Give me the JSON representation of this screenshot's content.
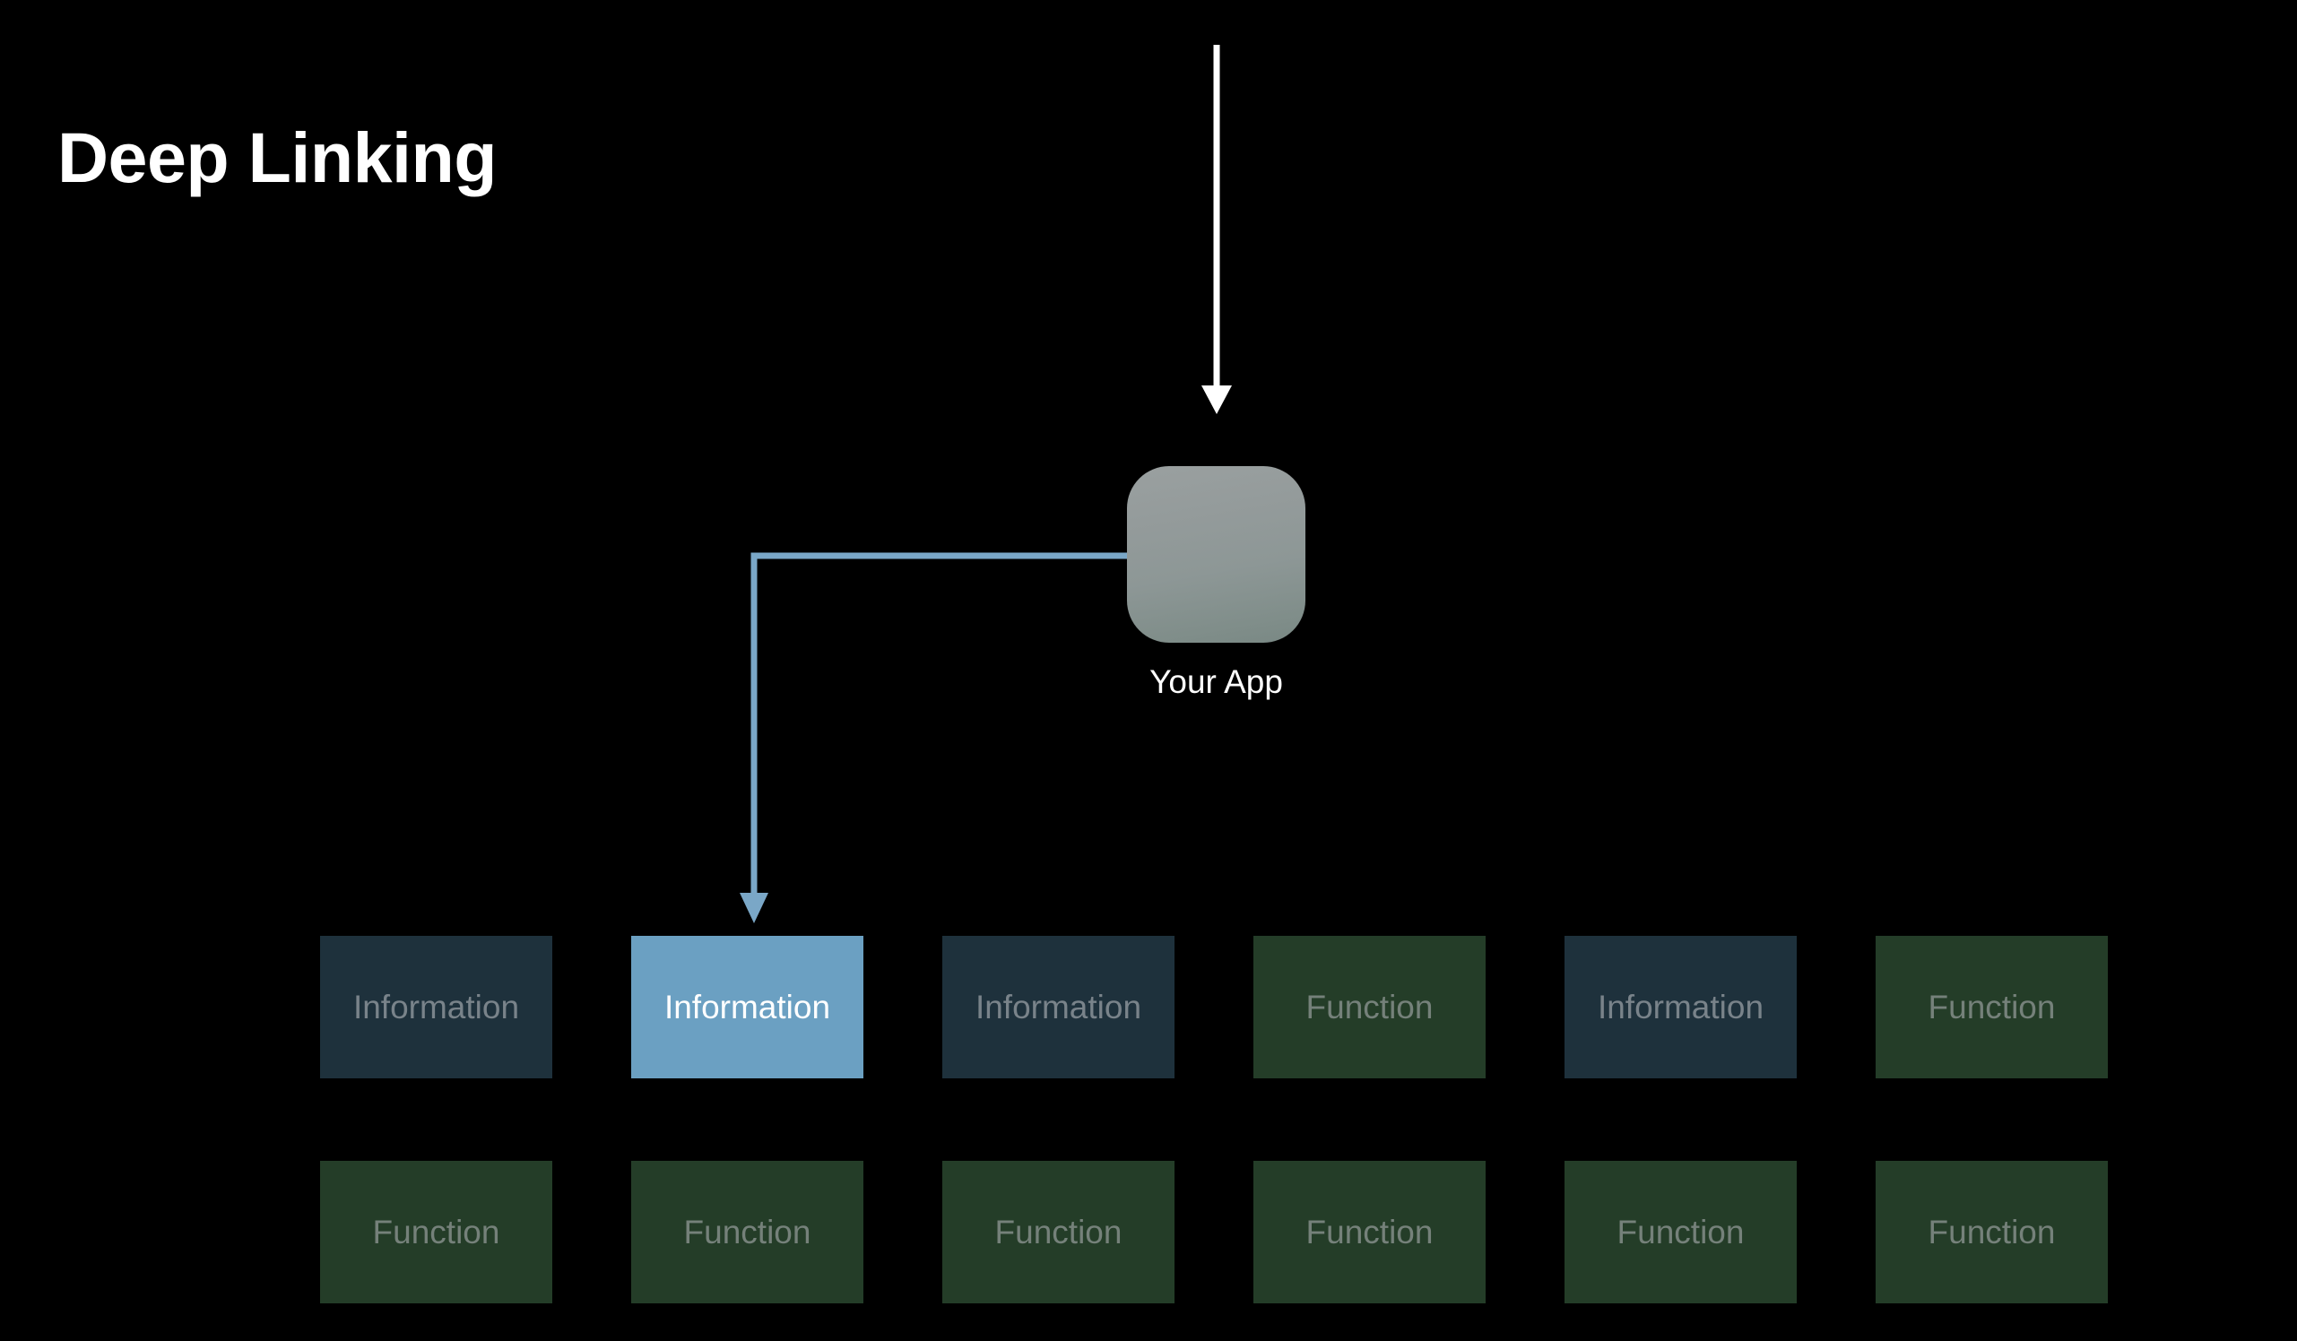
{
  "slide": {
    "title": "Deep Linking",
    "background_color": "#000000"
  },
  "app_node": {
    "label": "Your App",
    "icon_name": "app-icon-rounded-square",
    "icon_gradient_from": "#9aa0a0",
    "icon_gradient_to": "#798884"
  },
  "connectors": {
    "incoming": {
      "name": "incoming-deep-link-arrow",
      "color": "#ffffff",
      "direction": "down"
    },
    "elbow": {
      "name": "deep-link-elbow-arrow",
      "color": "#7aa7c7",
      "direction": "down",
      "from": "Your App",
      "to": "Information"
    }
  },
  "grid": {
    "columns": 6,
    "rows": 2,
    "colors": {
      "information": "#1e313c",
      "function": "#243d28",
      "active": "#6ba0c2",
      "muted_text": "#79838a",
      "active_text": "#ffffff"
    },
    "tiles": [
      {
        "label": "Information",
        "type": "information",
        "active": false
      },
      {
        "label": "Information",
        "type": "information",
        "active": true
      },
      {
        "label": "Information",
        "type": "information",
        "active": false
      },
      {
        "label": "Function",
        "type": "function",
        "active": false
      },
      {
        "label": "Information",
        "type": "information",
        "active": false
      },
      {
        "label": "Function",
        "type": "function",
        "active": false
      },
      {
        "label": "Function",
        "type": "function",
        "active": false
      },
      {
        "label": "Function",
        "type": "function",
        "active": false
      },
      {
        "label": "Function",
        "type": "function",
        "active": false
      },
      {
        "label": "Function",
        "type": "function",
        "active": false
      },
      {
        "label": "Function",
        "type": "function",
        "active": false
      },
      {
        "label": "Function",
        "type": "function",
        "active": false
      }
    ]
  }
}
